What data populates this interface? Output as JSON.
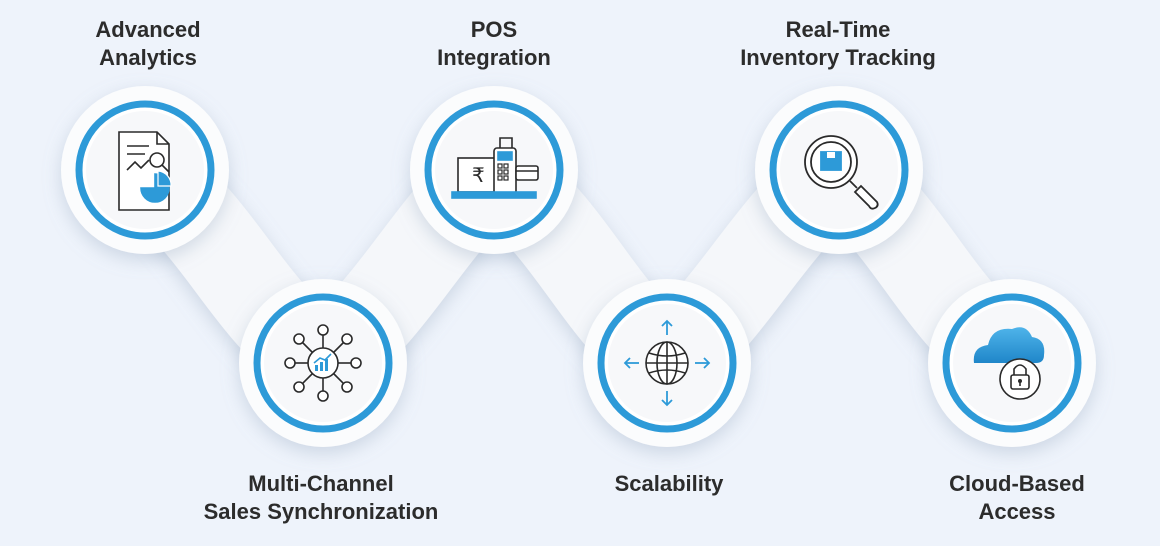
{
  "colors": {
    "background": "#eef3fb",
    "ring": "#2d9ad8",
    "disc": "#f7f8fa",
    "icon_stroke": "#2a2a2a",
    "icon_accent": "#2d9ad8",
    "label": "#2c2c2c"
  },
  "nodes": [
    {
      "id": "advanced-analytics",
      "label_lines": [
        "Advanced",
        "Analytics"
      ],
      "icon": "report-chart-icon"
    },
    {
      "id": "multi-channel",
      "label_lines": [
        "Multi-Channel",
        "Sales Synchronization"
      ],
      "icon": "network-chart-icon"
    },
    {
      "id": "pos-integration",
      "label_lines": [
        "POS",
        "Integration"
      ],
      "icon": "pos-terminal-icon"
    },
    {
      "id": "scalability",
      "label_lines": [
        "Scalability"
      ],
      "icon": "globe-arrows-icon"
    },
    {
      "id": "inventory-tracking",
      "label_lines": [
        "Real-Time",
        "Inventory Tracking"
      ],
      "icon": "magnifier-box-icon"
    },
    {
      "id": "cloud-access",
      "label_lines": [
        "Cloud-Based",
        "Access"
      ],
      "icon": "cloud-lock-icon"
    }
  ],
  "pos_currency_symbol": "₹"
}
